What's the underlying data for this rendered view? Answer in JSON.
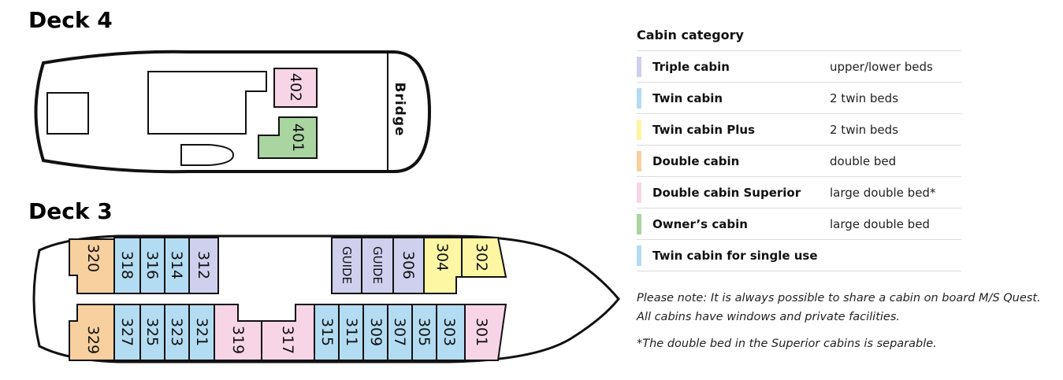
{
  "decks": {
    "deck4": {
      "title": "Deck 4",
      "bridge_label": "Bridge",
      "cabins": [
        {
          "number": "402",
          "category": "double_superior"
        },
        {
          "number": "401",
          "category": "owner"
        }
      ]
    },
    "deck3": {
      "title": "Deck 3",
      "cabins_top": [
        {
          "number": "320",
          "category": "double"
        },
        {
          "number": "318",
          "category": "twin"
        },
        {
          "number": "316",
          "category": "twin"
        },
        {
          "number": "314",
          "category": "twin"
        },
        {
          "number": "312",
          "category": "triple"
        },
        {
          "number": "GUIDE",
          "category": "triple"
        },
        {
          "number": "GUIDE",
          "category": "triple"
        },
        {
          "number": "306",
          "category": "triple"
        },
        {
          "number": "304",
          "category": "twin_plus"
        },
        {
          "number": "302",
          "category": "twin_plus"
        }
      ],
      "cabins_bottom": [
        {
          "number": "329",
          "category": "double"
        },
        {
          "number": "327",
          "category": "twin"
        },
        {
          "number": "325",
          "category": "twin"
        },
        {
          "number": "323",
          "category": "twin"
        },
        {
          "number": "321",
          "category": "twin"
        },
        {
          "number": "319",
          "category": "double_superior"
        },
        {
          "number": "317",
          "category": "double_superior"
        },
        {
          "number": "315",
          "category": "twin"
        },
        {
          "number": "311",
          "category": "twin"
        },
        {
          "number": "309",
          "category": "twin"
        },
        {
          "number": "307",
          "category": "twin"
        },
        {
          "number": "305",
          "category": "twin"
        },
        {
          "number": "303",
          "category": "twin"
        },
        {
          "number": "301",
          "category": "double_superior"
        }
      ]
    }
  },
  "colors": {
    "triple": "#cfd0ee",
    "twin": "#b3dcf3",
    "twin_plus": "#fdf6a3",
    "double": "#f8cf9f",
    "double_superior": "#f8d5e6",
    "owner": "#a9d5a0",
    "twin_single": "#b3dcf3",
    "outline": "#111111"
  },
  "legend": {
    "title": "Cabin category",
    "rows": [
      {
        "key": "triple",
        "name": "Triple cabin",
        "desc": "upper/lower beds"
      },
      {
        "key": "twin",
        "name": "Twin cabin",
        "desc": "2 twin beds"
      },
      {
        "key": "twin_plus",
        "name": "Twin cabin Plus",
        "desc": "2 twin beds"
      },
      {
        "key": "double",
        "name": "Double cabin",
        "desc": "double bed"
      },
      {
        "key": "double_superior",
        "name": "Double cabin Superior",
        "desc": "large double bed*"
      },
      {
        "key": "owner",
        "name": "Owner’s cabin",
        "desc": "large double bed"
      },
      {
        "key": "twin_single",
        "name": "Twin cabin for single use",
        "desc": ""
      }
    ]
  },
  "notes": {
    "note1": "Please note: It is always possible to share a cabin on board M/S Quest. All cabins have windows and private facilities.",
    "note2": "*The double bed in the Superior cabins is separable."
  }
}
